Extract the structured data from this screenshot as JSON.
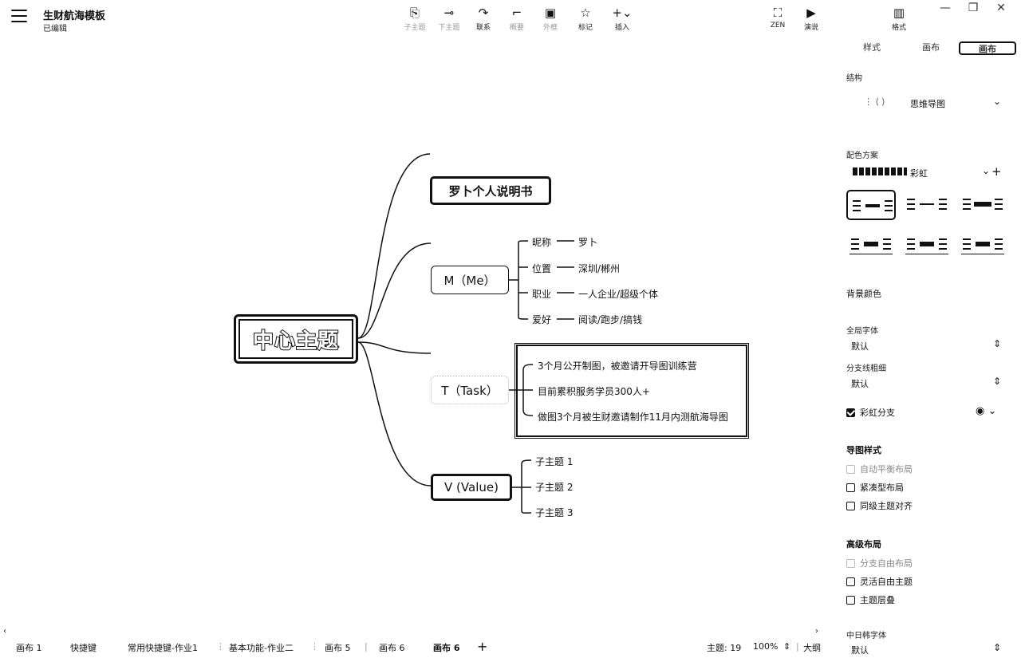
{
  "app": {
    "doc_title": "生财航海模板",
    "doc_status": "已编辑"
  },
  "toolbar": {
    "tools": [
      {
        "icon": "⎘",
        "label": "子主题",
        "dim": true
      },
      {
        "icon": "⊸",
        "label": "下主题",
        "dim": true
      },
      {
        "icon": "↷",
        "label": "联系",
        "dim": false
      },
      {
        "icon": "⌐",
        "label": "概要",
        "dim": true
      },
      {
        "icon": "▣",
        "label": "外框",
        "dim": true
      },
      {
        "icon": "☆",
        "label": "标记",
        "dim": false
      },
      {
        "icon": "+⌄",
        "label": "插入",
        "dim": false
      },
      {
        "icon": "⛶",
        "label": "ZEN",
        "dim": false
      },
      {
        "icon": "▶",
        "label": "演说",
        "dim": false
      },
      {
        "icon": "▥",
        "label": "格式",
        "dim": false
      }
    ],
    "window": [
      "—",
      "❐",
      "✕"
    ]
  },
  "mindmap": {
    "root": "中心主题",
    "branch1": "罗卜个人说明书",
    "branch2": "M（Me）",
    "branch2_items": [
      {
        "key": "昵称",
        "value": "罗卜"
      },
      {
        "key": "位置",
        "value": "深圳/郴州"
      },
      {
        "key": "职业",
        "value": "一人企业/超级个体"
      },
      {
        "key": "爱好",
        "value": "阅读/跑步/搞钱"
      }
    ],
    "branch3": "T（Task）",
    "branch3_items": [
      "3个月公开制图，被邀请开导图训练营",
      "目前累积服务学员300人+",
      "做图3个月被生财邀请制作11月内测航海导图"
    ],
    "branch4": "V (Value)",
    "branch4_items": [
      "子主题 1",
      "子主题 2",
      "子主题 3"
    ]
  },
  "panel": {
    "tabs": [
      "样式",
      "画布",
      "画布"
    ],
    "active_tab": 2,
    "structure_label": "结构",
    "structure_value": "思维导图",
    "colorscheme_label": "配色方案",
    "colorscheme_value": "彩虹",
    "colorscheme_add": "+",
    "bg_label": "背景颜色",
    "font_label": "全局字体",
    "font_value": "默认",
    "branch_label": "分支线粗细",
    "branch_value": "默认",
    "rainbow_label": "彩虹分支",
    "rainbow_checked": true,
    "layout_head": "导图样式",
    "layout_items": [
      {
        "label": "自动平衡布局",
        "checked": false,
        "dim": true
      },
      {
        "label": "紧凑型布局",
        "checked": false,
        "dim": false
      },
      {
        "label": "同级主题对齐",
        "checked": false,
        "dim": false
      }
    ],
    "adv_head": "高级布局",
    "adv_items": [
      {
        "label": "分支自由布局",
        "checked": false,
        "dim": true
      },
      {
        "label": "灵活自由主题",
        "checked": false,
        "dim": false
      },
      {
        "label": "主题层叠",
        "checked": false,
        "dim": false
      }
    ],
    "cjk_label": "中日韩字体",
    "cjk_value": "默认"
  },
  "bottombar": {
    "tabs": [
      "画布 1",
      "快捷键",
      "常用快捷键-作业1",
      "基本功能-作业二",
      "画布 5",
      "画布 6",
      "画布 6"
    ],
    "add": "+",
    "topics": "主题: 19",
    "zoom": "100%",
    "outline": "大纲"
  }
}
